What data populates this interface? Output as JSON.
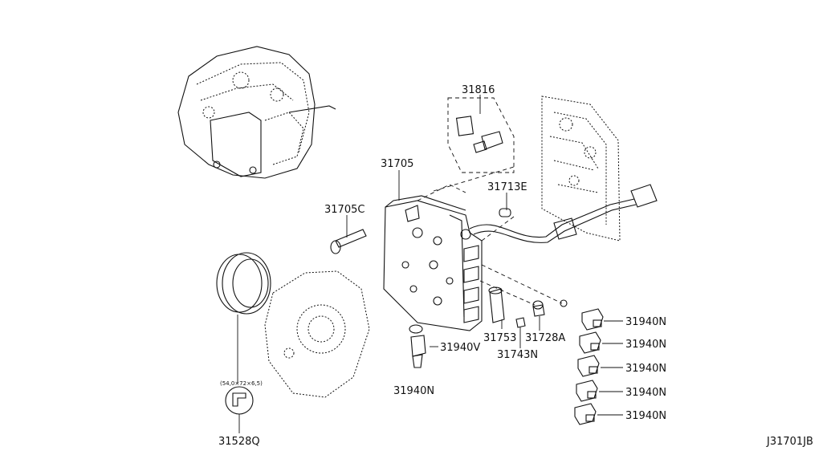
{
  "diagram_code": "J31701JB",
  "callouts": {
    "c31816": "31816",
    "c31705": "31705",
    "c31713E": "31713E",
    "c31705C": "31705C",
    "c31753": "31753",
    "c31728A": "31728A",
    "c31743N": "31743N",
    "c31940V": "31940V",
    "c31940N_bottom": "31940N",
    "c31940N_1": "31940N",
    "c31940N_2": "31940N",
    "c31940N_3": "31940N",
    "c31940N_4": "31940N",
    "c31940N_5": "31940N",
    "c31528Q": "31528Q",
    "dim_note": "(54,0×72×6,5)"
  }
}
